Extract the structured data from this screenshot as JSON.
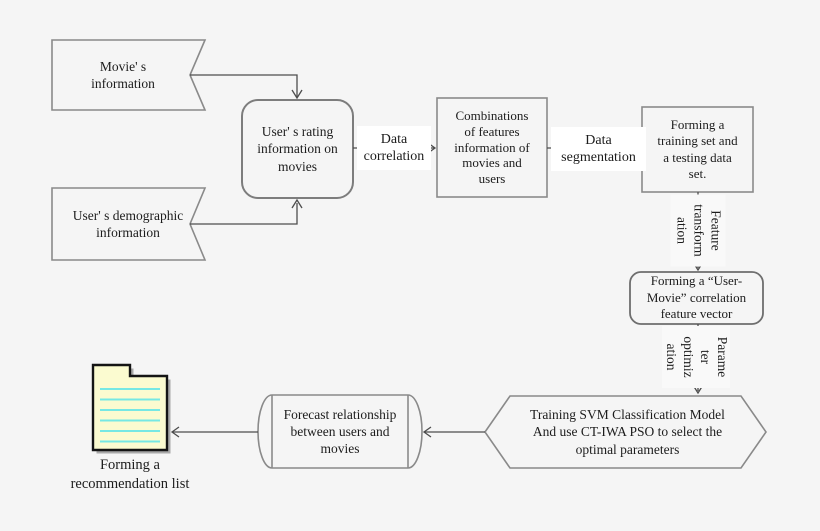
{
  "diagram": {
    "title": "Movie recommendation SVM flowchart",
    "colors": {
      "background": "#f5f5f5",
      "shape_border": "#8a8a8a",
      "arrow": "#4d4d4d",
      "text": "#1c1c1c",
      "document_fill": "#fbfbd0",
      "document_rule_lines": "#76e8e4",
      "document_border": "#141414",
      "document_shadow": "#a9a9a9",
      "edge_label_background": "#ffffff"
    },
    "nodes": {
      "movie_info": {
        "shape": "flag",
        "text": "Movie' s\ninformation"
      },
      "user_demographic": {
        "shape": "flag",
        "text": "User' s demographic\ninformation"
      },
      "user_rating": {
        "shape": "rounded-rect",
        "text": "User' s rating\ninformation on\nmovies"
      },
      "combinations": {
        "shape": "rect",
        "text": "Combinations\nof features\ninformation of\nmovies and\nusers"
      },
      "training_set": {
        "shape": "rect",
        "text": "Forming a\ntraining set and\na testing data\nset."
      },
      "user_movie_vector": {
        "shape": "rounded-rect",
        "text": "Forming a “User-\nMovie” correlation\nfeature vector"
      },
      "svm_training": {
        "shape": "hexagon",
        "text": "Training SVM Classification Model\nAnd use CT-IWA PSO to select the\noptimal parameters"
      },
      "forecast": {
        "shape": "horizontal-cylinder",
        "text": "Forecast relationship\nbetween users and\nmovies"
      },
      "recommendation_list": {
        "shape": "document-icon",
        "text": "Forming a\nrecommendation list"
      }
    },
    "edge_labels": {
      "data_correlation": "Data\ncorrelation",
      "data_segmentation": "Data\nsegmentation",
      "feature_transformation": "Feature\ntransform\nation",
      "parameter_optimization": "Parame\nter\noptimiz\nation"
    }
  }
}
